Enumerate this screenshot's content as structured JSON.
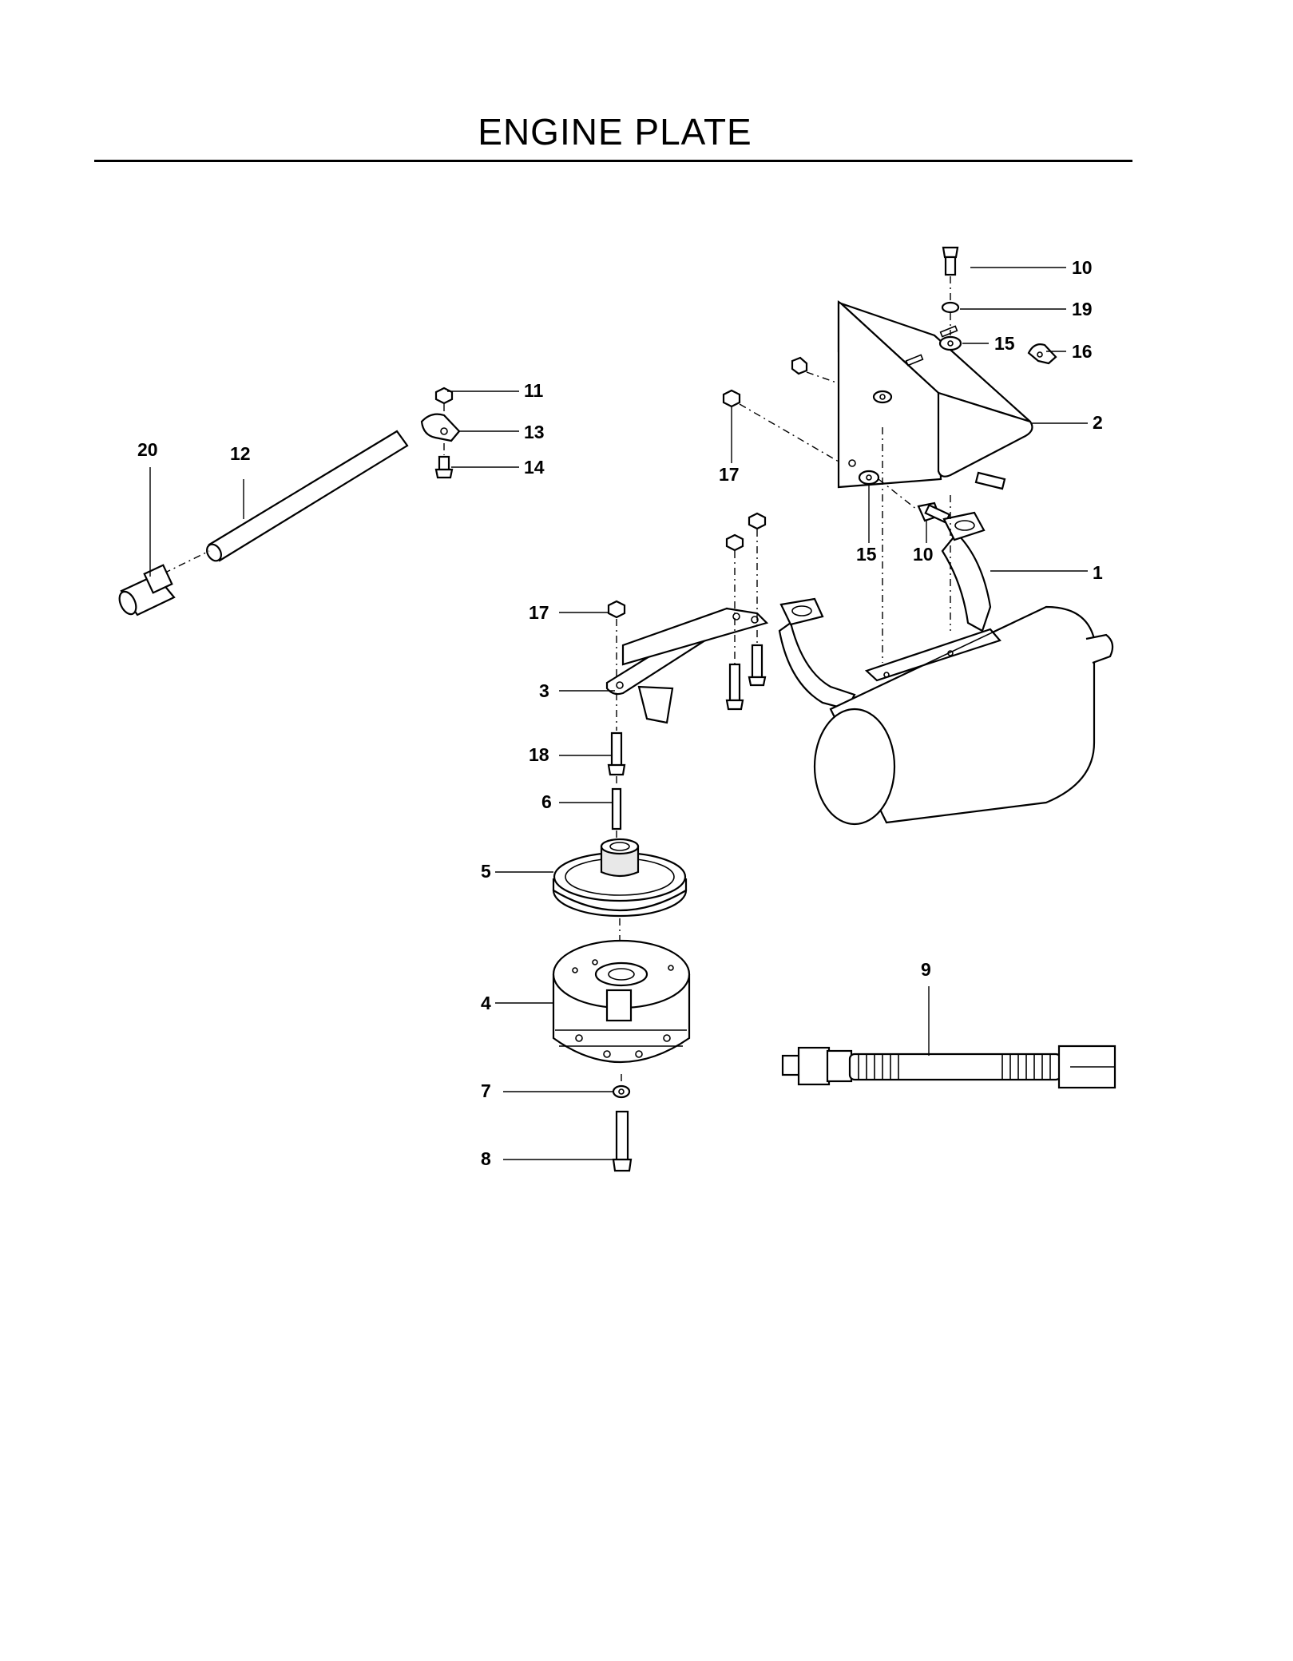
{
  "title": "ENGINE PLATE",
  "callouts": [
    {
      "id": "c1",
      "label": "1"
    },
    {
      "id": "c2",
      "label": "2"
    },
    {
      "id": "c3",
      "label": "3"
    },
    {
      "id": "c4",
      "label": "4"
    },
    {
      "id": "c5",
      "label": "5"
    },
    {
      "id": "c6",
      "label": "6"
    },
    {
      "id": "c7",
      "label": "7"
    },
    {
      "id": "c8",
      "label": "8"
    },
    {
      "id": "c9",
      "label": "9"
    },
    {
      "id": "c10a",
      "label": "10"
    },
    {
      "id": "c10b",
      "label": "10"
    },
    {
      "id": "c11",
      "label": "11"
    },
    {
      "id": "c12",
      "label": "12"
    },
    {
      "id": "c13",
      "label": "13"
    },
    {
      "id": "c14",
      "label": "14"
    },
    {
      "id": "c15a",
      "label": "15"
    },
    {
      "id": "c15b",
      "label": "15"
    },
    {
      "id": "c16",
      "label": "16"
    },
    {
      "id": "c17a",
      "label": "17"
    },
    {
      "id": "c17b",
      "label": "17"
    },
    {
      "id": "c18",
      "label": "18"
    },
    {
      "id": "c19",
      "label": "19"
    },
    {
      "id": "c20",
      "label": "20"
    }
  ]
}
